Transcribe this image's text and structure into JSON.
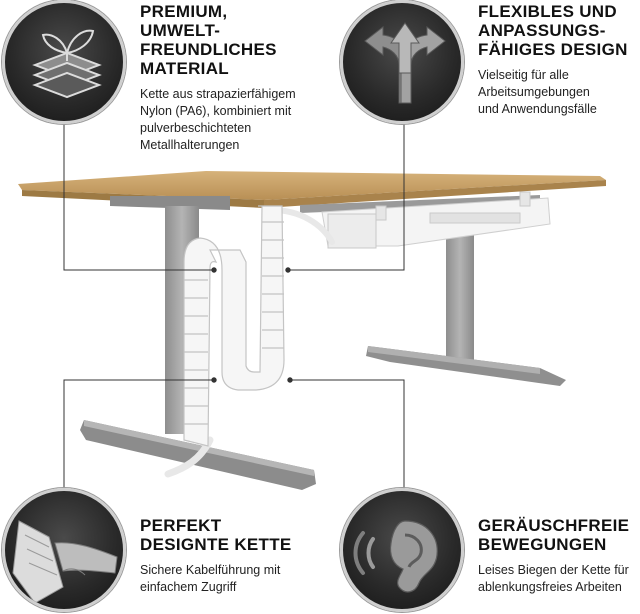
{
  "features": {
    "material": {
      "icon": "layers-leaf-icon",
      "title_lines": [
        "PREMIUM,",
        "UMWELT-",
        "FREUNDLICHES",
        "MATERIAL"
      ],
      "desc_lines": [
        "Kette aus strapazierfähigem",
        "Nylon (PA6), kombiniert mit",
        "pulverbeschichteten",
        "Metallhalterungen"
      ]
    },
    "flexible": {
      "icon": "branching-arrows-icon",
      "title_lines": [
        "FLEXIBLES UND",
        "ANPASSUNGS-",
        "FÄHIGES DESIGN"
      ],
      "desc_lines": [
        "Vielseitig für alle",
        "Arbeitsumgebungen",
        "und Anwendungsfälle"
      ]
    },
    "chain": {
      "icon": "cable-chain-hand-icon",
      "title_lines": [
        "PERFEKT",
        "DESIGNTE KETTE"
      ],
      "desc_lines": [
        "Sichere Kabelführung mit",
        "einfachem Zugriff"
      ]
    },
    "quiet": {
      "icon": "ear-sound-icon",
      "title_lines": [
        "GERÄUSCHFREIE",
        "BEWEGUNGEN"
      ],
      "desc_lines": [
        "Leises Biegen der Kette für",
        "ablenkungsfreies Arbeiten"
      ]
    }
  },
  "colors": {
    "badge_dark": "#2a2a2a",
    "desk_top": "#c9a46a",
    "frame": "#9e9e9e",
    "chain": "#f2f2f2",
    "leader": "#333333"
  }
}
